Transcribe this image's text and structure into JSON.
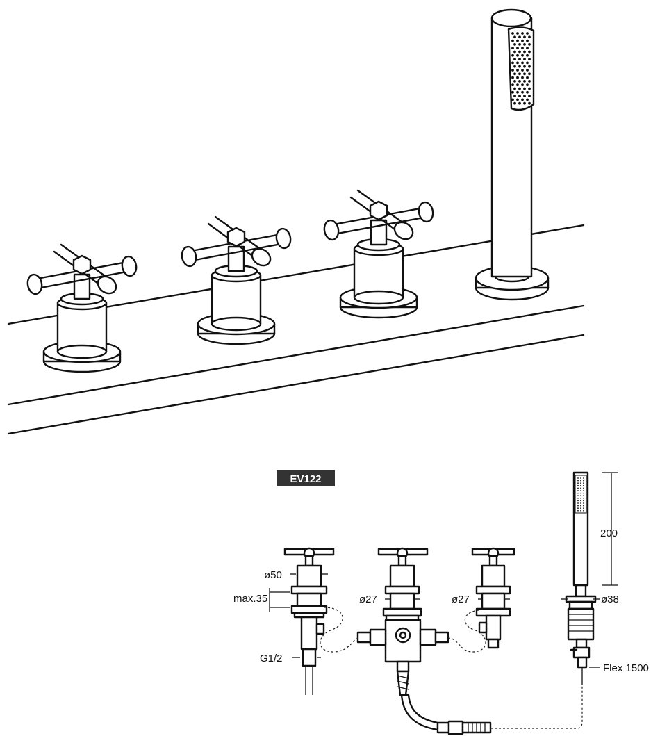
{
  "model_code": "EV122",
  "colors": {
    "line": "#111111",
    "badge_bg": "#333333",
    "badge_text": "#ffffff",
    "background": "#ffffff"
  },
  "dimensions": {
    "base_diameter": "ø50",
    "max_thickness": "max.35",
    "thread": "G1/2",
    "spout_diameter_left": "ø27",
    "spout_diameter_right": "ø27",
    "shower_base_diameter": "ø38",
    "shower_height": "200",
    "hose": "Flex 1500"
  }
}
